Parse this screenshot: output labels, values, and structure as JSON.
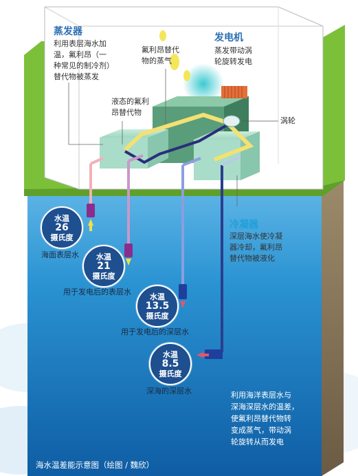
{
  "labels": {
    "evaporator_title": "蒸发器",
    "evaporator_desc": "利用表层海水加\n温，氟利昂（一\n种常见的制冷剂）\n替代物被蒸发",
    "vapor": "氟利昂替代\n物的蒸气",
    "generator_title": "发电机",
    "generator_desc": "蒸发带动涡\n轮旋转发电",
    "liquid": "液态的氟利\n昂替代物",
    "turbine": "涡轮",
    "condenser_title": "冷凝器",
    "condenser_desc": "深层海水使冷凝\n器冷却，氟利昂\n替代物被液化"
  },
  "temps": [
    {
      "title": "水温",
      "value": "26",
      "unit": "摄氏度",
      "label": "海面表层水"
    },
    {
      "title": "水温",
      "value": "21",
      "unit": "摄氏度",
      "label": "用于发电后的表层水"
    },
    {
      "title": "水温",
      "value": "13.5",
      "unit": "摄氏度",
      "label": "用于发电后的深层水"
    },
    {
      "title": "水温",
      "value": "8.5",
      "unit": "摄氏度",
      "label": "深海的深层水"
    }
  ],
  "summary": "利用海洋表层水与\n深海深层水的温差，\n使氟利昂替代物转\n变成蒸气，带动涡\n轮旋转从而发电",
  "caption": "海水温差能示意图（绘图 / 魏欣）",
  "colors": {
    "title_blue": "#2c6fb3",
    "sea": "#1f7fc4",
    "grass": "#7cc03a",
    "box": "#a9ddc9",
    "pipe_yellow": "#f3e173",
    "pipe_navy": "#2a2e7a"
  }
}
